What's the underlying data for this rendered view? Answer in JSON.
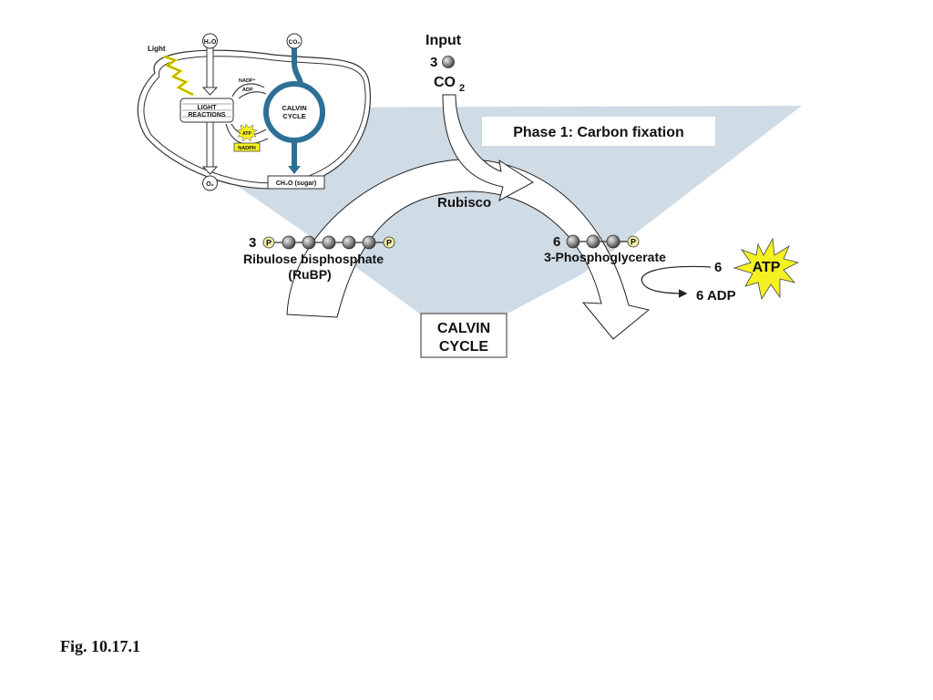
{
  "diagram": {
    "inset": {
      "light_label": "Light",
      "h2o_label": "H₂O",
      "co2_label": "CO₂",
      "o2_label": "O₂",
      "light_reactions_line1": "LIGHT",
      "light_reactions_line2": "REACTIONS",
      "calvin_line1": "CALVIN",
      "calvin_line2": "CYCLE",
      "nadp_label": "NADP⁺",
      "adp_label": "ADP",
      "atp_label": "ATP",
      "nadph_label": "NADPH",
      "sugar_label": "CH₂O (sugar)"
    },
    "input": {
      "title": "Input",
      "count": "3",
      "molecule_main": "CO",
      "molecule_sub": "2"
    },
    "phase_label": "Phase 1: Carbon fixation",
    "enzyme_label": "Rubisco",
    "rubp": {
      "count": "3",
      "name": "Ribulose bisphosphate",
      "abbrev": "(RuBP)",
      "carbons": 5,
      "phosphate_symbol": "P"
    },
    "pga": {
      "count": "6",
      "name": "3-Phosphoglycerate",
      "carbons": 3,
      "phosphate_symbol": "P"
    },
    "atp": {
      "count": "6",
      "label": "ATP",
      "adp_output": "6 ADP"
    },
    "center_label_line1": "CALVIN",
    "center_label_line2": "CYCLE",
    "colors": {
      "shade": "#cfdbe5",
      "calvin_blue": "#2e6f96",
      "atp_yellow": "#f5f021",
      "phosphate_fill": "#f3efa8",
      "carbon_gray": "#8c8c8c"
    }
  },
  "caption": "Fig. 10.17.1"
}
